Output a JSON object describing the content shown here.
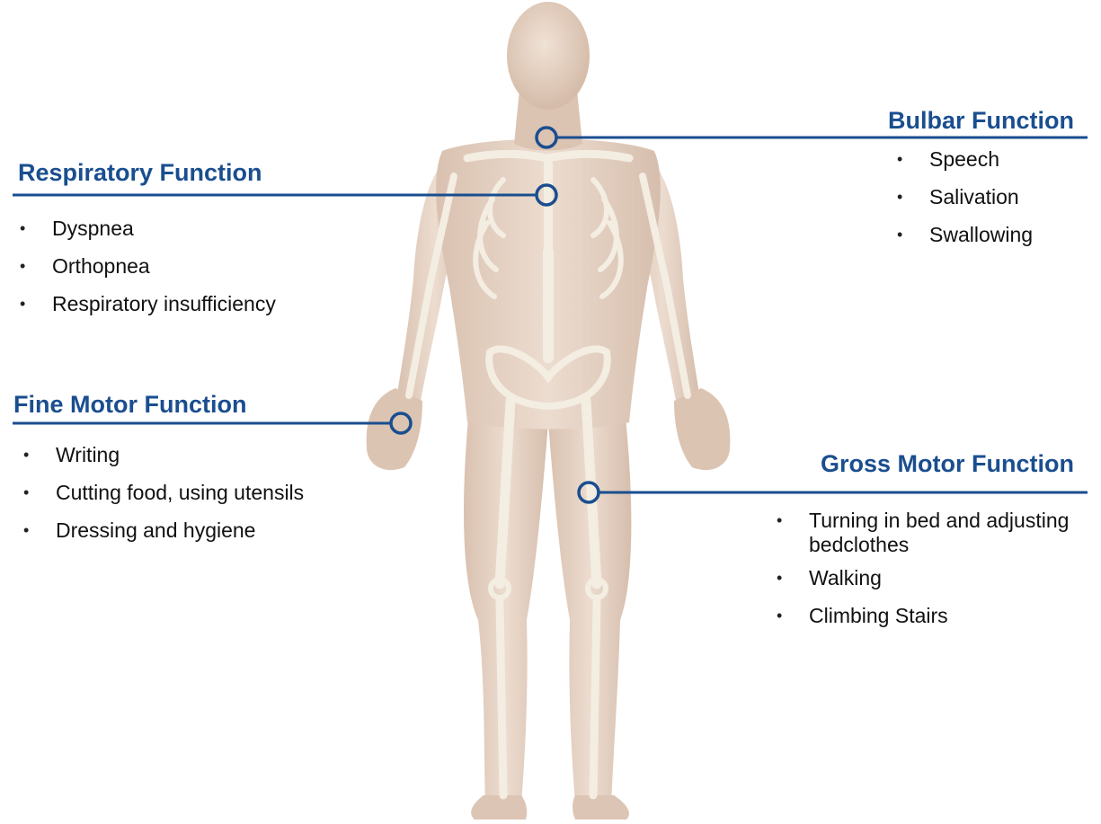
{
  "colors": {
    "accent": "#1a4e8f",
    "skin": "#e6d2c3",
    "bone": "#f1ebde",
    "text": "#111111"
  },
  "sections": {
    "respiratory": {
      "heading": "Respiratory Function",
      "items": [
        "Dyspnea",
        "Orthopnea",
        "Respiratory insufficiency"
      ]
    },
    "fine_motor": {
      "heading": "Fine Motor Function",
      "items": [
        "Writing",
        "Cutting food, using utensils",
        "Dressing and hygiene"
      ]
    },
    "bulbar": {
      "heading": "Bulbar Function",
      "items": [
        "Speech",
        "Salivation",
        "Swallowing"
      ]
    },
    "gross_motor": {
      "heading": "Gross Motor Function",
      "items": [
        "Turning in bed and adjusting bedclothes",
        "Walking",
        "Climbing Stairs"
      ]
    }
  }
}
